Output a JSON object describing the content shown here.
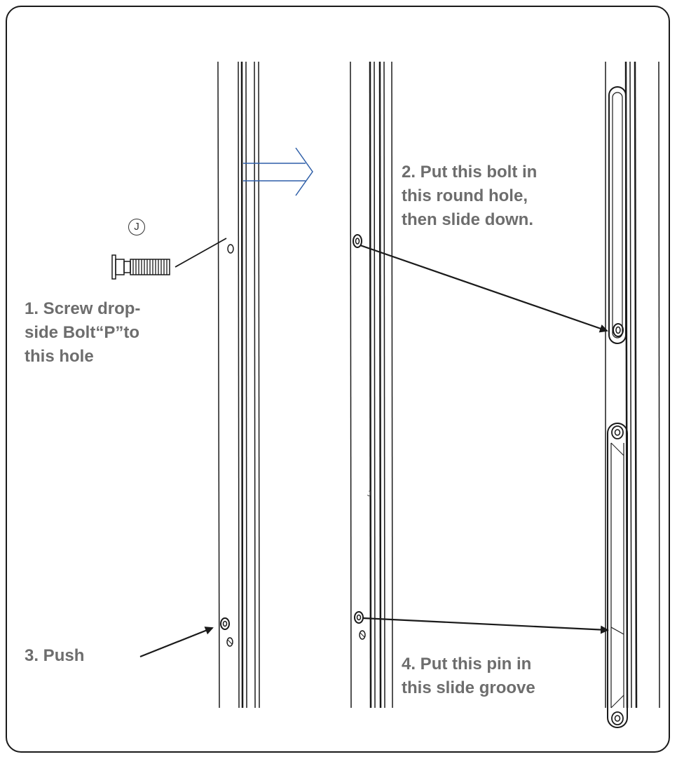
{
  "steps": {
    "step1": "1. Screw drop-\nside Bolt“P”to\nthis hole",
    "step2": "2. Put this bolt in\nthis round hole,\nthen slide down.",
    "step3": "3. Push",
    "step4": "4. Put this pin in\nthis slide groove"
  },
  "part_letter": "J",
  "tiny_mark": "J",
  "colors": {
    "line": "#1a1a1a",
    "label_text": "#6d6d6d",
    "direction_arrow": "#2f5fa8"
  },
  "icons": {
    "bolt": "bolt-icon",
    "direction": "double-line-arrow-right"
  }
}
